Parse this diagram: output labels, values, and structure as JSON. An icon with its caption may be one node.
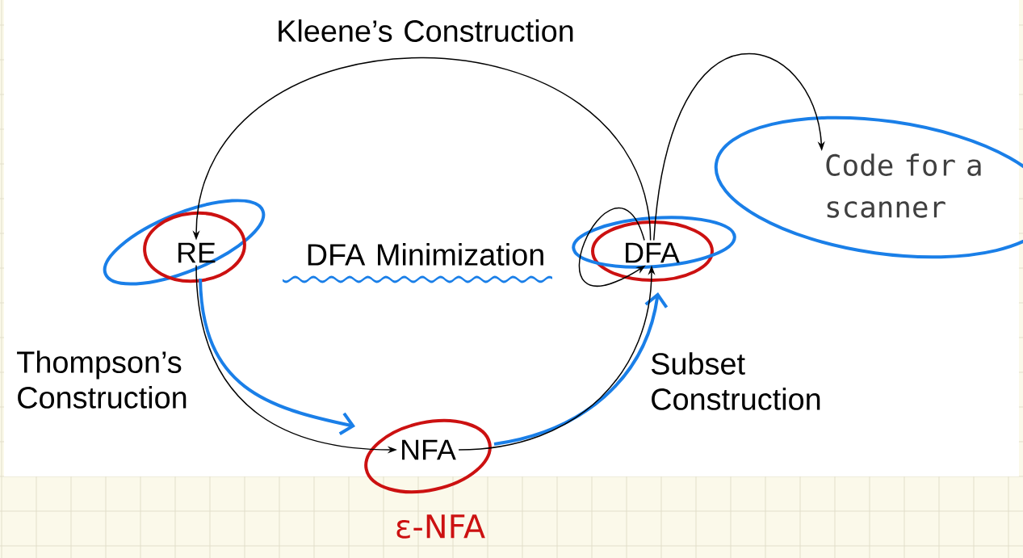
{
  "diagram": {
    "nodes": [
      {
        "text": [
          "RE"
        ]
      },
      {
        "text": [
          "NFA"
        ]
      },
      {
        "text": [
          "DFA"
        ]
      },
      {
        "text": [
          "Code for a scanner"
        ]
      }
    ],
    "edges": [
      {
        "from": 0,
        "to": 1,
        "arrow": "to",
        "label": "Thompson’s Construction"
      },
      {
        "from": 1,
        "to": 2,
        "arrow": "to",
        "label": "Subset Construction"
      },
      {
        "from": 2,
        "to": 0,
        "arrow": "to",
        "label": "Kleene’s Construction"
      },
      {
        "from": 2,
        "to": 2,
        "arrow": "to",
        "label": "DFA Minimization"
      },
      {
        "from": 2,
        "to": 3,
        "arrow": "to"
      }
    ],
    "labels": [
      "ε-NFA"
    ]
  }
}
